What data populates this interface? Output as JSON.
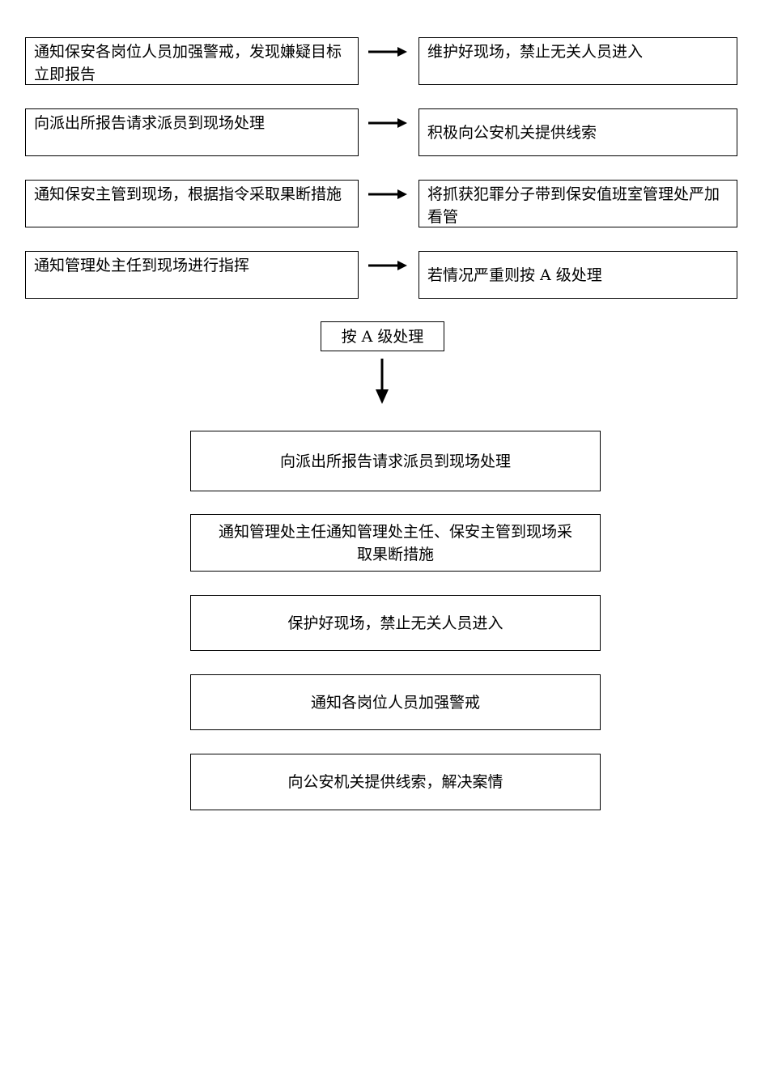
{
  "rows": [
    {
      "left": "通知保安各岗位人员加强警戒，发现嫌疑目标立即报告",
      "right": "维护好现场，禁止无关人员进入"
    },
    {
      "left": "向派出所报告请求派员到现场处理",
      "right": "积极向公安机关提供线索"
    },
    {
      "left": "通知保安主管到现场，根据指令采取果断措施",
      "right": "将抓获犯罪分子带到保安值班室管理处严加看管"
    },
    {
      "left": "通知管理处主任到现场进行指挥",
      "right": "若情况严重则按 A 级处理"
    }
  ],
  "escalation_label": "按 A 级处理",
  "steps": [
    "向派出所报告请求派员到现场处理",
    "通知管理处主任通知管理处主任、保安主管到现场采取果断措施",
    "保护好现场，禁止无关人员进入",
    "通知各岗位人员加强警戒",
    "向公安机关提供线索，解决案情"
  ]
}
